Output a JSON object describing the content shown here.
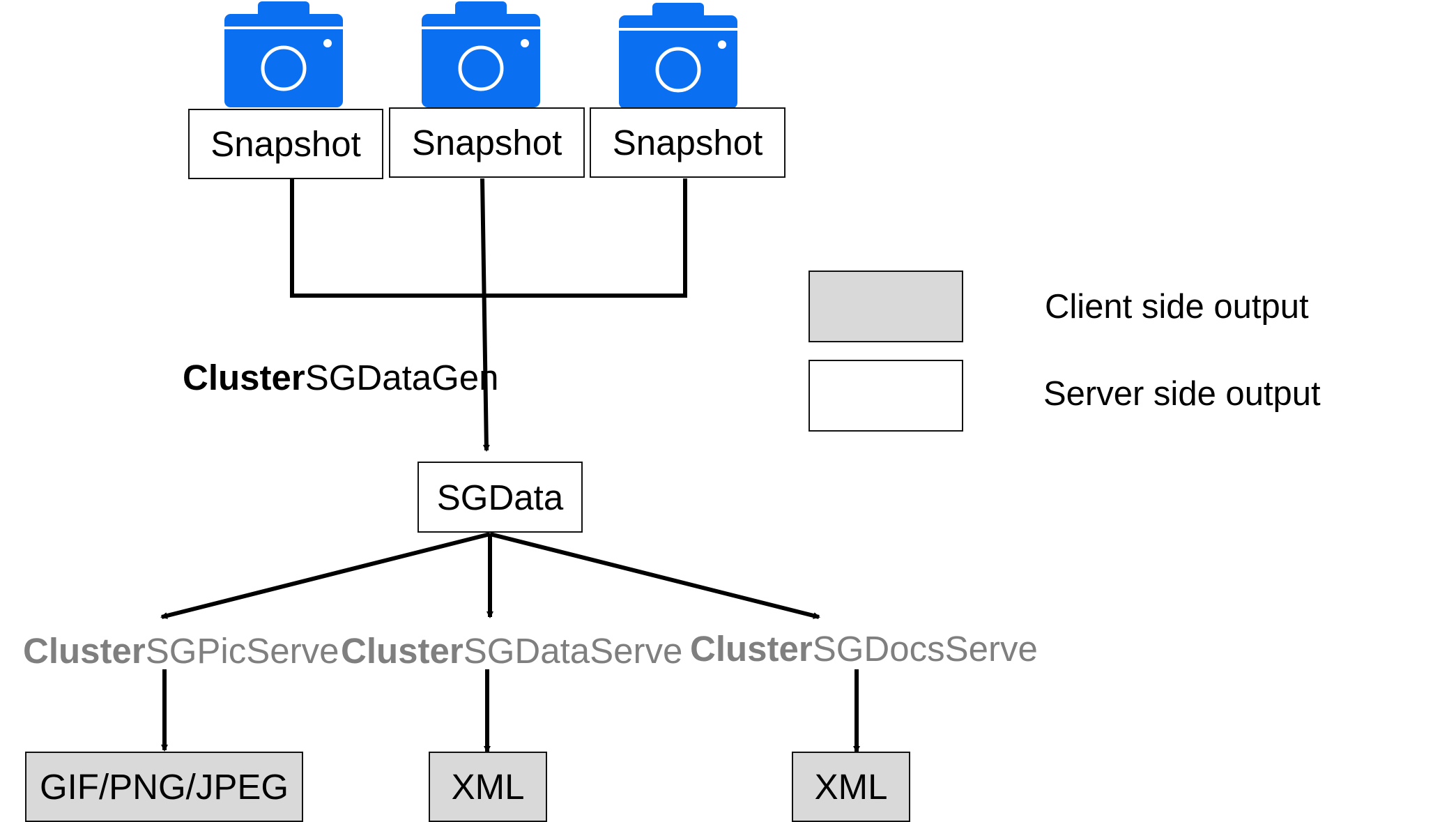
{
  "colors": {
    "camera": "#0a6ff0",
    "client_fill": "#d9d9d9",
    "server_fill": "#ffffff",
    "serve_label": "#7f7f7f",
    "line": "#000000"
  },
  "icons": [
    "camera-icon",
    "camera-icon",
    "camera-icon"
  ],
  "snapshots": [
    "Snapshot",
    "Snapshot",
    "Snapshot"
  ],
  "generator": {
    "bold": "Cluster",
    "rest": "SGDataGen"
  },
  "sgdata": "SGData",
  "servers": [
    {
      "bold": "Cluster",
      "rest": "SGPicServe",
      "output": "GIF/PNG/JPEG"
    },
    {
      "bold": "Cluster",
      "rest": "SGDataServe",
      "output": "XML"
    },
    {
      "bold": "Cluster",
      "rest": "SGDocsServe",
      "output": "XML"
    }
  ],
  "legend": {
    "client": "Client side output",
    "server": "Server side output"
  }
}
